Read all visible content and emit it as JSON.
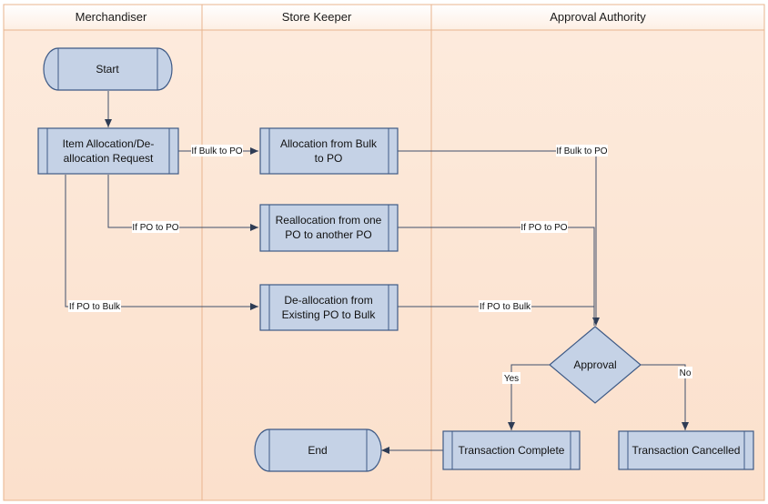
{
  "lanes": [
    {
      "title": "Merchandiser"
    },
    {
      "title": "Store Keeper"
    },
    {
      "title": "Approval Authority"
    }
  ],
  "nodes": {
    "start": {
      "label": "Start"
    },
    "request": {
      "line1": "Item Allocation/De-",
      "line2": "allocation Request"
    },
    "alloc_bulk": {
      "line1": "Allocation from Bulk",
      "line2": "to PO"
    },
    "realloc": {
      "line1": "Reallocation from one",
      "line2": "PO to another PO"
    },
    "dealloc": {
      "line1": "De-allocation from",
      "line2": "Existing PO to Bulk"
    },
    "approval": {
      "label": "Approval"
    },
    "complete": {
      "label": "Transaction Complete"
    },
    "cancelled": {
      "label": "Transaction Cancelled"
    },
    "end": {
      "label": "End"
    }
  },
  "edges": {
    "bulk_to_po_1": "If Bulk to PO",
    "bulk_to_po_2": "If Bulk to PO",
    "po_to_po_1": "If PO to PO",
    "po_to_po_2": "If PO to PO",
    "po_to_bulk_1": "If PO to Bulk",
    "po_to_bulk_2": "If PO to Bulk",
    "yes": "Yes",
    "no": "No"
  },
  "colors": {
    "lane_bg": "#FCE7D6",
    "lane_border": "#E8B48E",
    "node_fill": "#C5D2E6",
    "node_border": "#3E5A86",
    "edge": "#3F4F6B"
  }
}
